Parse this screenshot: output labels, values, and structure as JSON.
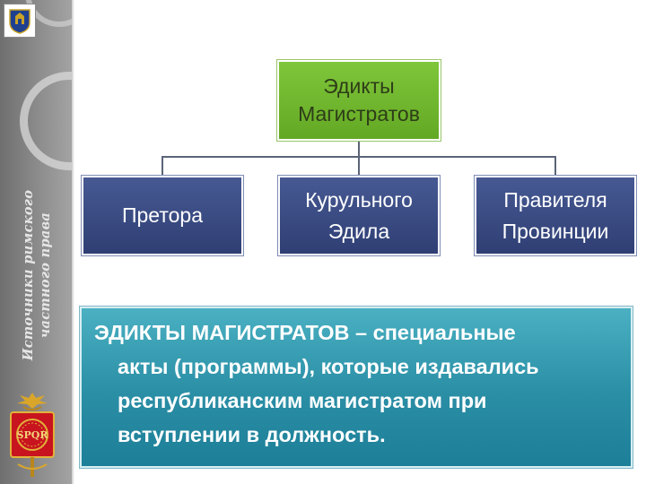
{
  "sidebar": {
    "title_line1": "Источники римского",
    "title_line2": "частного права",
    "emblem_text": "SPQR"
  },
  "diagram": {
    "root": {
      "line1": "Эдикты",
      "line2": "Магистратов"
    },
    "children": [
      {
        "line1": "Претора",
        "line2": ""
      },
      {
        "line1": "Курульного",
        "line2": "Эдила"
      },
      {
        "line1": "Правителя",
        "line2": "Провинции"
      }
    ]
  },
  "definition": {
    "term": "ЭДИКТЫ МАГИСТРАТОВ",
    "dash": " – специальные",
    "line2": "акты (программы), которые издавались",
    "line3": "республиканским магистратом при",
    "line4": "вступлении в должность."
  },
  "colors": {
    "root_node": "#6eb52e",
    "child_node": "#3a4b82",
    "definition_box": "#2a8ea5",
    "sidebar": "#808080"
  }
}
